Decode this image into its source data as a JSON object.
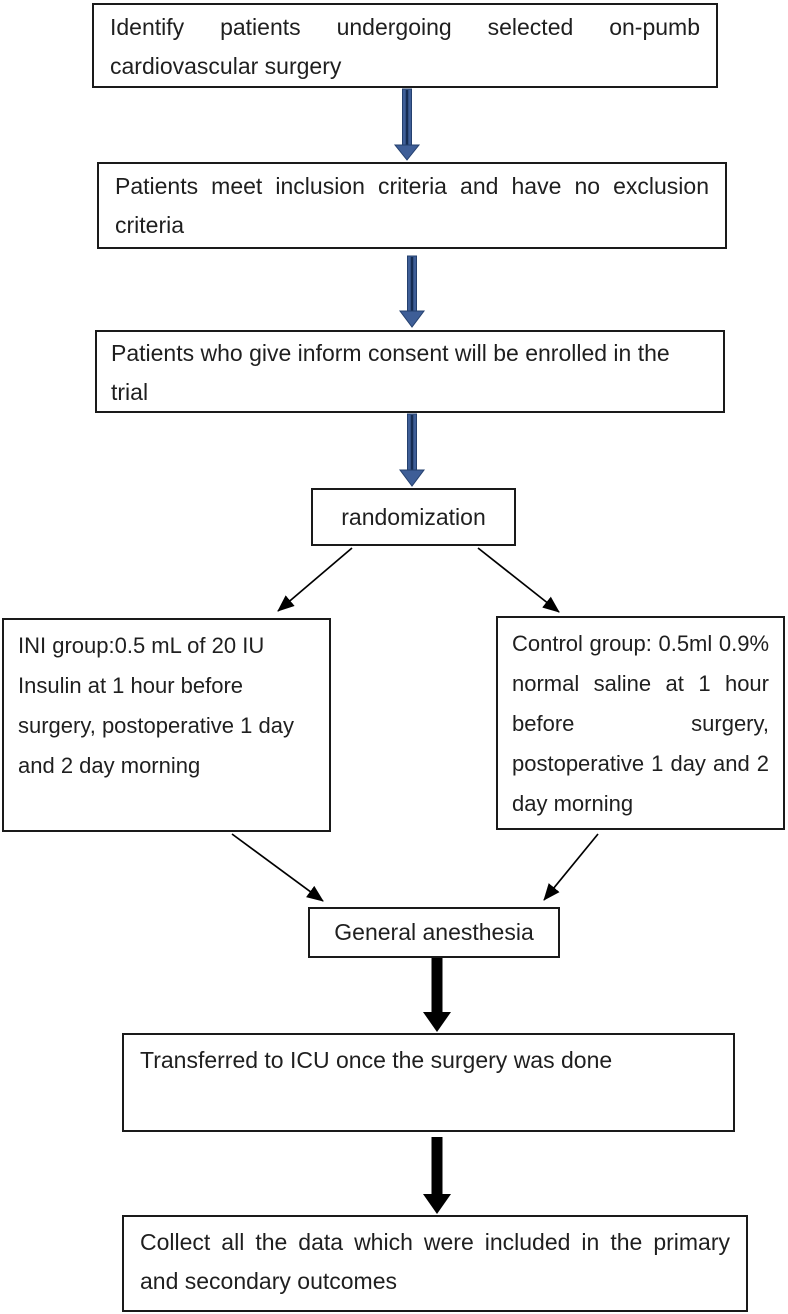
{
  "flowchart": {
    "title": "Trial enrollment and intervention flowchart",
    "boxes": [
      {
        "id": "identify",
        "text": "Identify patients undergoing selected on-pumb cardiovascular surgery"
      },
      {
        "id": "criteria",
        "text": "Patients meet inclusion criteria and have no exclusion criteria"
      },
      {
        "id": "consent",
        "text": "Patients who give inform consent will be enrolled in the trial"
      },
      {
        "id": "randomization",
        "text": "randomization"
      },
      {
        "id": "ini-group",
        "text": "INI group:0.5 mL of 20 IU Insulin at 1 hour before surgery, postoperative 1 day and 2 day morning"
      },
      {
        "id": "control-group",
        "text": "Control group: 0.5ml 0.9% normal saline at 1 hour before surgery, postoperative 1 day and 2 day morning"
      },
      {
        "id": "anesthesia",
        "text": "General anesthesia"
      },
      {
        "id": "icu",
        "text": "Transferred to ICU once the surgery was done"
      },
      {
        "id": "collect",
        "text": "Collect all the data which were included in the primary and secondary outcomes"
      }
    ],
    "edges": [
      {
        "from": "identify",
        "to": "criteria",
        "style": "blue-block-arrow"
      },
      {
        "from": "criteria",
        "to": "consent",
        "style": "blue-block-arrow"
      },
      {
        "from": "consent",
        "to": "randomization",
        "style": "blue-block-arrow"
      },
      {
        "from": "randomization",
        "to": "ini-group",
        "style": "thin-black-arrow"
      },
      {
        "from": "randomization",
        "to": "control-group",
        "style": "thin-black-arrow"
      },
      {
        "from": "ini-group",
        "to": "anesthesia",
        "style": "thin-black-arrow"
      },
      {
        "from": "control-group",
        "to": "anesthesia",
        "style": "thin-black-arrow"
      },
      {
        "from": "anesthesia",
        "to": "icu",
        "style": "thick-black-arrow"
      },
      {
        "from": "icu",
        "to": "collect",
        "style": "thick-black-arrow"
      }
    ]
  },
  "colors": {
    "page_bg": "#ffffff",
    "box_bg": "#ffffff",
    "box_border": "#1a1a1a",
    "text": "#1f1f1f",
    "blue_arrow_fill": "#3e5e97",
    "blue_arrow_edge": "#24406e",
    "blue_arrow_core": "#152c52",
    "black_arrow": "#000000"
  }
}
